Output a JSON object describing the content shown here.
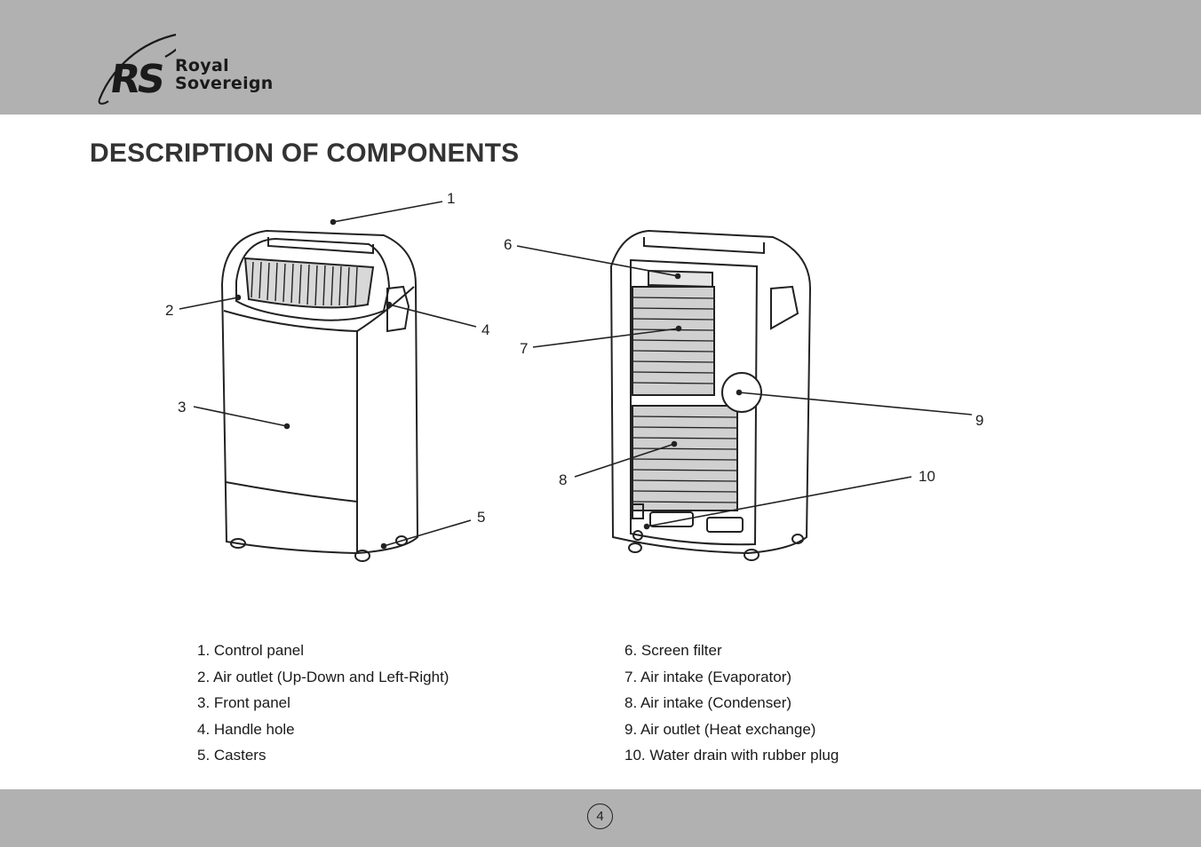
{
  "brand": {
    "logo_line1": "Royal",
    "logo_line2": "Sovereign",
    "logo_mark": "RS"
  },
  "title": "DESCRIPTION OF COMPONENTS",
  "figure": {
    "callouts": [
      "1",
      "2",
      "3",
      "4",
      "5",
      "6",
      "7",
      "8",
      "9",
      "10"
    ]
  },
  "components_left": [
    "1. Control panel",
    "2. Air outlet (Up-Down and Left-Right)",
    "3. Front panel",
    "4. Handle hole",
    "5. Casters"
  ],
  "components_right": [
    "6. Screen filter",
    "7. Air intake (Evaporator)",
    "8. Air intake (Condenser)",
    "9. Air outlet (Heat exchange)",
    "10. Water drain with rubber plug"
  ],
  "page_number": "4",
  "colors": {
    "band": "#b1b1b1",
    "text": "#1a1a1a",
    "title": "#333333"
  }
}
